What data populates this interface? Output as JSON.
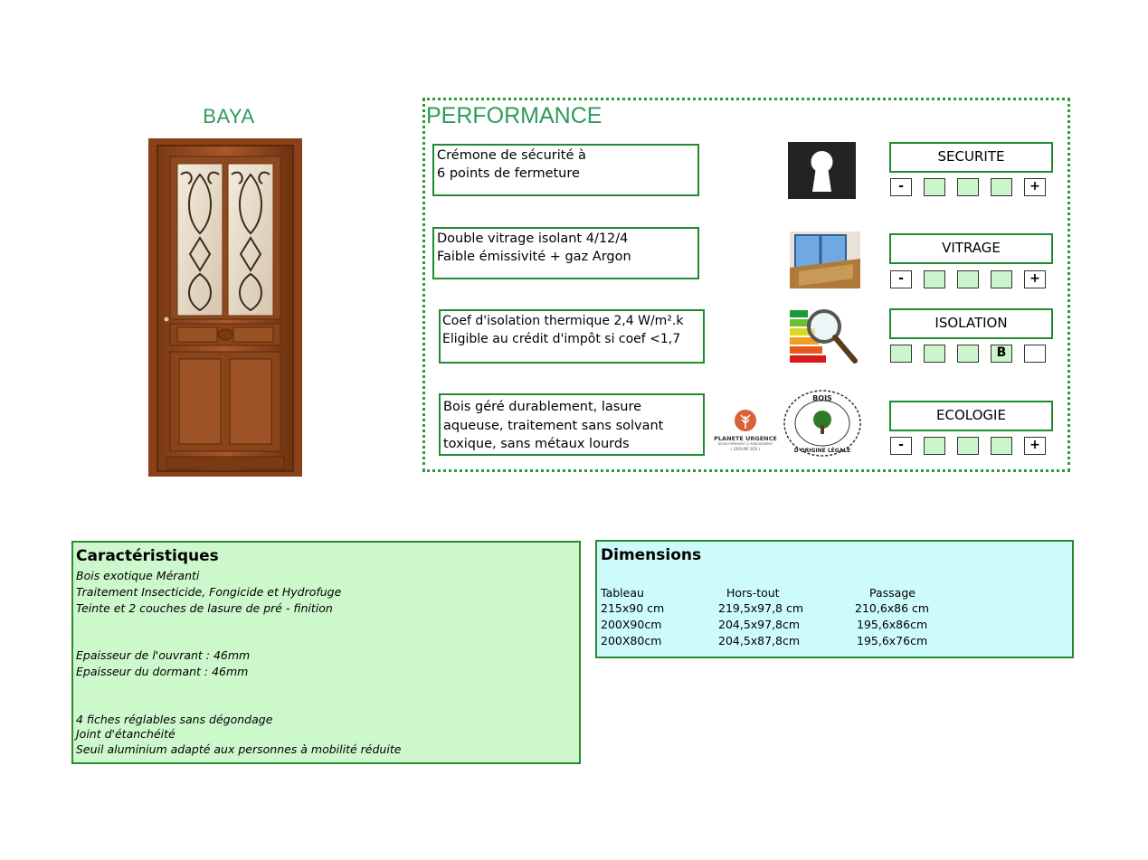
{
  "product": {
    "name": "BAYA"
  },
  "performance": {
    "title": "PERFORMANCE",
    "rows": [
      {
        "lines": [
          "Crémone de sécurité à",
          "6 points de fermeture"
        ],
        "icon": "keyhole-icon",
        "label": "SECURITE",
        "rating_cells": [
          "-",
          "",
          "",
          "",
          "+"
        ]
      },
      {
        "lines": [
          "Double vitrage isolant 4/12/4",
          "Faible émissivité + gaz Argon"
        ],
        "icon": "window-glazing-icon",
        "label": "VITRAGE",
        "rating_cells": [
          "-",
          "",
          "",
          "",
          "+"
        ]
      },
      {
        "lines": [
          "Coef d'isolation thermique 2,4 W/m².k",
          "Eligible au crédit d'impôt si coef <1,7"
        ],
        "icon": "energy-label-magnifier-icon",
        "label": "ISOLATION",
        "rating_cells": [
          "",
          "",
          "",
          "B",
          ""
        ]
      },
      {
        "lines": [
          "Bois géré durablement, lasure",
          "aqueuse, traitement sans solvant",
          "toxique, sans métaux lourds"
        ],
        "icon": "tree-icon",
        "label": "ECOLOGIE",
        "rating_cells": [
          "-",
          "",
          "",
          "",
          "+"
        ],
        "logos": {
          "planete_name": "PLANETE URGENCE",
          "planete_sub": "DÉVELOPPEMENT & REBOISEMENT",
          "planete_group": "( GROUPE SOS )",
          "seal_top": "BOIS",
          "seal_bottom": "D'ORIGINE LÉGALE"
        }
      }
    ]
  },
  "characteristics": {
    "title": "Caractéristiques",
    "lines": [
      "Bois exotique Méranti",
      "Traitement Insecticide, Fongicide et Hydrofuge",
      "Teinte et 2 couches de lasure de pré - finition",
      "Epaisseur de l'ouvrant : 46mm",
      "Epaisseur du dormant : 46mm",
      "4 fiches réglables sans dégondage",
      "Joint d'étanchéité",
      "Seuil aluminium adapté aux personnes à mobilité réduite"
    ]
  },
  "dimensions": {
    "title": "Dimensions",
    "headers": [
      "Tableau",
      "Hors-tout",
      "Passage"
    ],
    "rows": [
      [
        "215x90 cm",
        "219,5x97,8 cm",
        "210,6x86 cm"
      ],
      [
        "200X90cm",
        "204,5x97,8cm",
        "195,6x86cm"
      ],
      [
        "200X80cm",
        "204,5x87,8cm",
        "195,6x76cm"
      ]
    ]
  },
  "colors": {
    "title_green": "#2e9a5c",
    "border_green": "#1f8a2e",
    "char_bg": "#ccf8cc",
    "dim_bg": "#cdfafa",
    "cell_fill": "#ccf5cc"
  }
}
